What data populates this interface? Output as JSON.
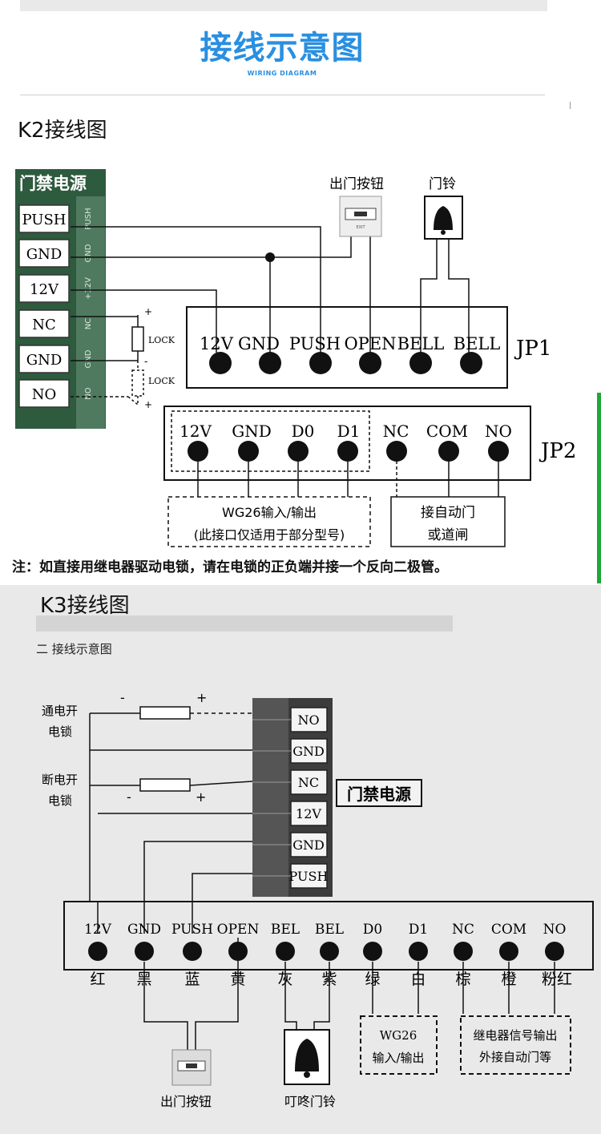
{
  "header": {
    "title": "接线示意图",
    "subtitle": "WIRING DIAGRAM"
  },
  "k2": {
    "heading": "K2接线图",
    "module_title": "门禁电源",
    "module_terminals": [
      "PUSH",
      "GND",
      "12V",
      "NC",
      "GND",
      "NO"
    ],
    "module_silk": [
      "PUSH",
      "GND",
      "+12V",
      "NC",
      "GND",
      "NO"
    ],
    "lock_label": "LOCK",
    "plus": "+",
    "minus": "-",
    "exit_button_label": "出门按钮",
    "bell_label": "门铃",
    "jp1_label": "JP1",
    "jp1_terminals": [
      "12V",
      "GND",
      "PUSH",
      "OPEN",
      "BELL",
      "BELL"
    ],
    "jp2_label": "JP2",
    "jp2_terminals": [
      "12V",
      "GND",
      "D0",
      "D1",
      "NC",
      "COM",
      "NO"
    ],
    "wg_box_line1": "WG26输入/输出",
    "wg_box_line2": "(此接口仅适用于部分型号)",
    "auto_box_line1": "接自动门",
    "auto_box_line2": "或道闸",
    "note": "注：如直接用继电器驱动电锁，请在电锁的正负端并接一个反向二极管。"
  },
  "k3": {
    "heading": "K3接线图",
    "section_title": "二 接线示意图",
    "lock_on_line1": "通电开",
    "lock_on_line2": "电锁",
    "lock_off_line1": "断电开",
    "lock_off_line2": "电锁",
    "plus": "+",
    "minus": "-",
    "module_title": "门禁电源",
    "module_terminals": [
      "NO",
      "GND",
      "NC",
      "12V",
      "GND",
      "PUSH"
    ],
    "board_terminals": [
      "12V",
      "GND",
      "PUSH",
      "OPEN",
      "BEL",
      "BEL",
      "D0",
      "D1",
      "NC",
      "COM",
      "NO"
    ],
    "wire_colors": [
      "红",
      "黑",
      "蓝",
      "黄",
      "灰",
      "紫",
      "绿",
      "白",
      "棕",
      "橙",
      "粉红"
    ],
    "wg_box_line1": "WG26",
    "wg_box_line2": "输入/输出",
    "relay_box_line1": "继电器信号输出",
    "relay_box_line2": "外接自动门等",
    "exit_button_label": "出门按钮",
    "bell_label": "叮咚门铃"
  },
  "colors": {
    "accent": "#2a8fe0",
    "module_green": "#2e5a3e",
    "terminal_dot": "#111111",
    "highlight": "#1fa83a"
  }
}
